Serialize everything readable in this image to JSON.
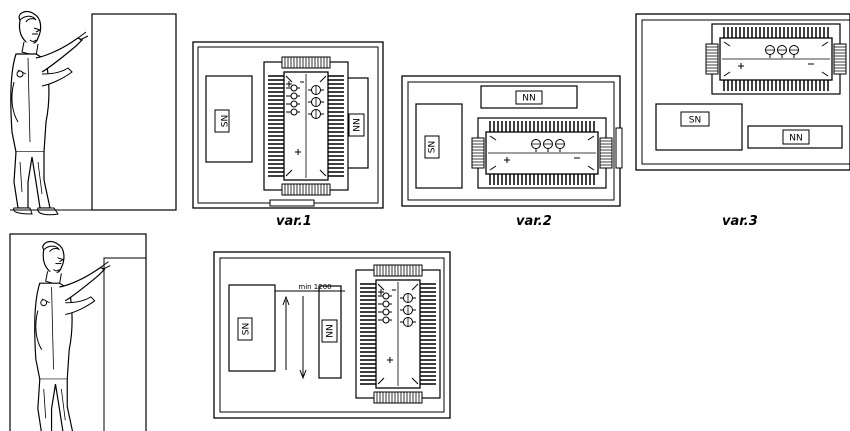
{
  "labels": {
    "sn": "SN",
    "nn": "NN",
    "var1": "var.1",
    "var2": "var.2",
    "var3": "var.3",
    "min_distance": "min 1200"
  },
  "symbols": {
    "plus": "+",
    "minus": "−"
  },
  "icons": [
    "person-icon",
    "transformer-icon",
    "arrow-icon"
  ],
  "colors": {
    "line": "#000000",
    "background": "#ffffff"
  }
}
